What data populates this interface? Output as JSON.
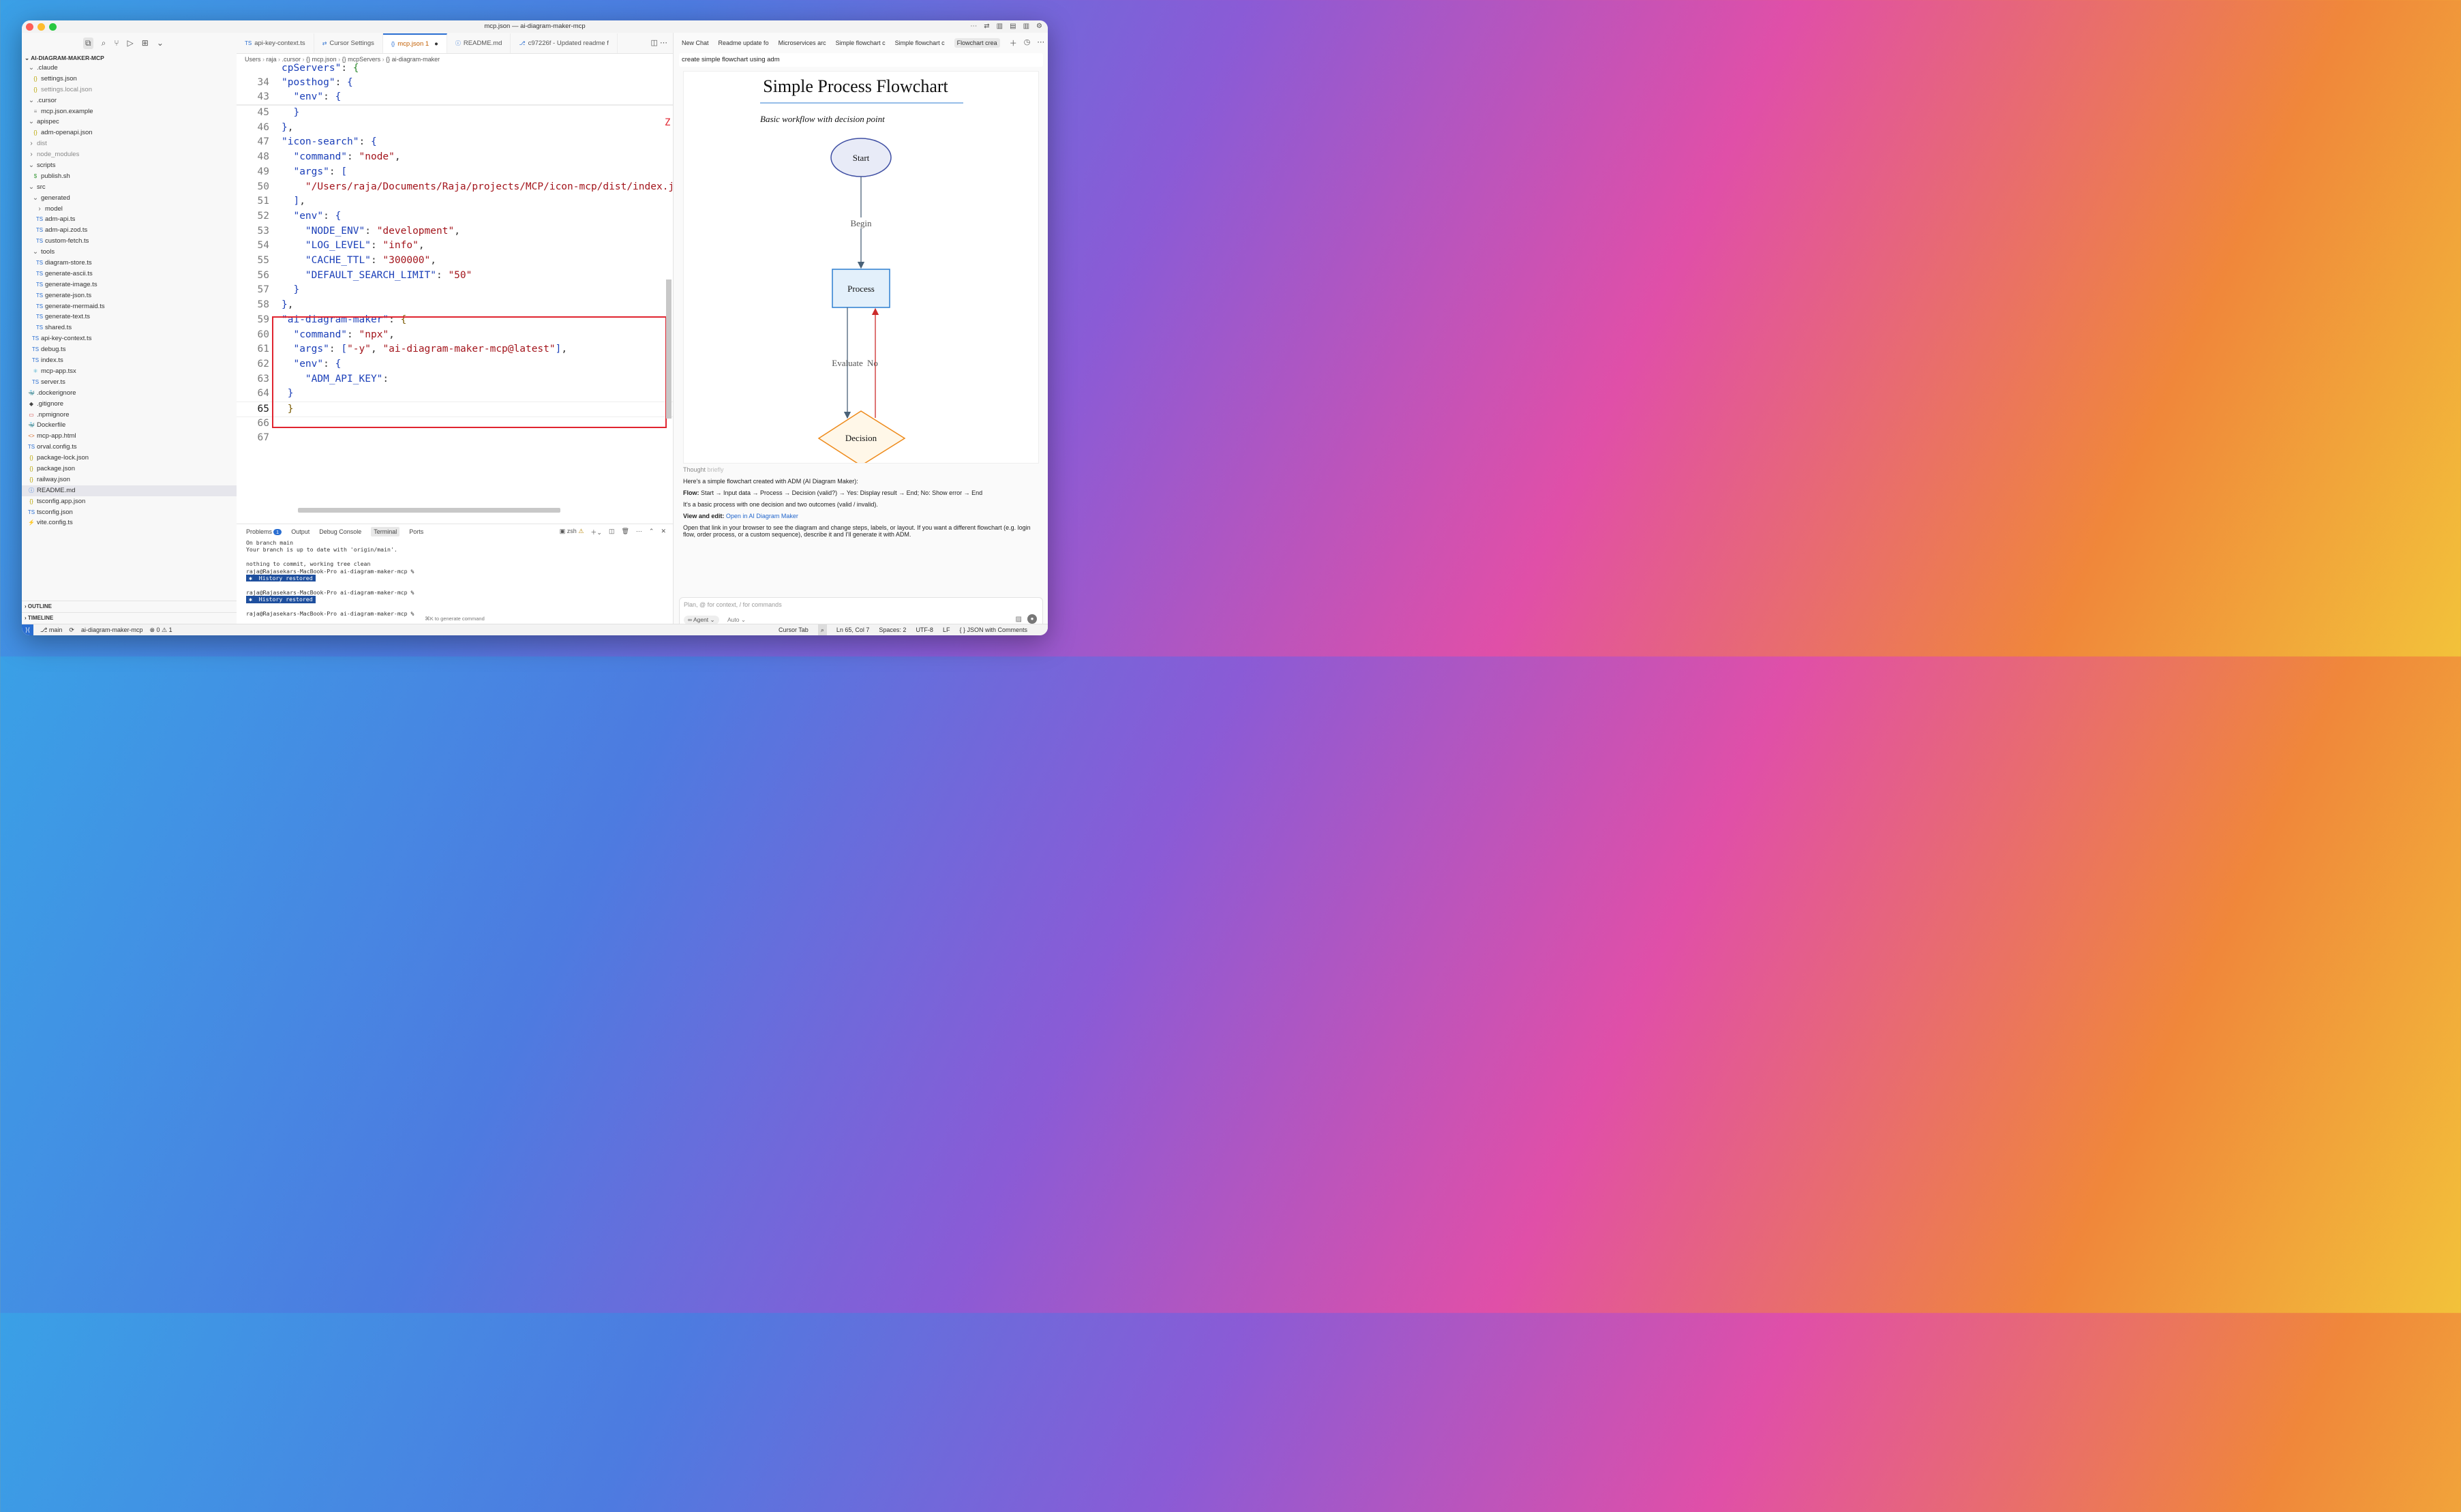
{
  "window": {
    "title": "mcp.json — ai-diagram-maker-mcp"
  },
  "explorer": {
    "root": "AI-DIAGRAM-MAKER-MCP",
    "items": [
      {
        "label": ".claude",
        "type": "folder",
        "depth": 1,
        "open": true
      },
      {
        "label": "settings.json",
        "type": "json",
        "depth": 2
      },
      {
        "label": "settings.local.json",
        "type": "json",
        "depth": 2,
        "muted": true
      },
      {
        "label": ".cursor",
        "type": "folder",
        "depth": 1,
        "open": true
      },
      {
        "label": "mcp.json.example",
        "type": "file",
        "depth": 2
      },
      {
        "label": "apispec",
        "type": "folder",
        "depth": 1,
        "open": true
      },
      {
        "label": "adm-openapi.json",
        "type": "json",
        "depth": 2
      },
      {
        "label": "dist",
        "type": "folder",
        "depth": 1,
        "open": false,
        "muted": true
      },
      {
        "label": "node_modules",
        "type": "folder",
        "depth": 1,
        "open": false,
        "muted": true
      },
      {
        "label": "scripts",
        "type": "folder",
        "depth": 1,
        "open": true
      },
      {
        "label": "publish.sh",
        "type": "sh",
        "depth": 2
      },
      {
        "label": "src",
        "type": "folder",
        "depth": 1,
        "open": true
      },
      {
        "label": "generated",
        "type": "folder",
        "depth": 2,
        "open": true
      },
      {
        "label": "model",
        "type": "folder",
        "depth": 3,
        "open": false
      },
      {
        "label": "adm-api.ts",
        "type": "ts",
        "depth": 3
      },
      {
        "label": "adm-api.zod.ts",
        "type": "ts",
        "depth": 3
      },
      {
        "label": "custom-fetch.ts",
        "type": "ts",
        "depth": 3
      },
      {
        "label": "tools",
        "type": "folder",
        "depth": 2,
        "open": true
      },
      {
        "label": "diagram-store.ts",
        "type": "ts",
        "depth": 3
      },
      {
        "label": "generate-ascii.ts",
        "type": "ts",
        "depth": 3
      },
      {
        "label": "generate-image.ts",
        "type": "ts",
        "depth": 3
      },
      {
        "label": "generate-json.ts",
        "type": "ts",
        "depth": 3
      },
      {
        "label": "generate-mermaid.ts",
        "type": "ts",
        "depth": 3
      },
      {
        "label": "generate-text.ts",
        "type": "ts",
        "depth": 3
      },
      {
        "label": "shared.ts",
        "type": "ts",
        "depth": 3
      },
      {
        "label": "api-key-context.ts",
        "type": "ts",
        "depth": 2
      },
      {
        "label": "debug.ts",
        "type": "ts",
        "depth": 2
      },
      {
        "label": "index.ts",
        "type": "ts",
        "depth": 2
      },
      {
        "label": "mcp-app.tsx",
        "type": "tsx",
        "depth": 2
      },
      {
        "label": "server.ts",
        "type": "ts",
        "depth": 2
      },
      {
        "label": ".dockerignore",
        "type": "docker",
        "depth": 1
      },
      {
        "label": ".gitignore",
        "type": "git",
        "depth": 1
      },
      {
        "label": ".npmignore",
        "type": "npm",
        "depth": 1
      },
      {
        "label": "Dockerfile",
        "type": "docker",
        "depth": 1
      },
      {
        "label": "mcp-app.html",
        "type": "html",
        "depth": 1
      },
      {
        "label": "orval.config.ts",
        "type": "ts",
        "depth": 1
      },
      {
        "label": "package-lock.json",
        "type": "json",
        "depth": 1
      },
      {
        "label": "package.json",
        "type": "json",
        "depth": 1
      },
      {
        "label": "railway.json",
        "type": "json",
        "depth": 1
      },
      {
        "label": "README.md",
        "type": "info",
        "depth": 1,
        "selected": true
      },
      {
        "label": "tsconfig.app.json",
        "type": "json",
        "depth": 1
      },
      {
        "label": "tsconfig.json",
        "type": "tsjson",
        "depth": 1
      },
      {
        "label": "vite.config.ts",
        "type": "vite",
        "depth": 1
      }
    ],
    "outline": "OUTLINE",
    "timeline": "TIMELINE"
  },
  "editor": {
    "tabs": [
      {
        "label": "api-key-context.ts",
        "icon": "TS"
      },
      {
        "label": "Cursor Settings",
        "icon": "⇄"
      },
      {
        "label": "mcp.json 1",
        "icon": "{}",
        "active": true,
        "dirty": "●"
      },
      {
        "label": "README.md",
        "icon": "ⓘ"
      },
      {
        "label": "c97226f - Updated readme f",
        "icon": "⎇"
      }
    ],
    "breadcrumb": [
      "Users",
      "raja",
      ".cursor",
      "{} mcp.json",
      "{} mcpServers",
      "{} ai-diagram-maker"
    ],
    "sticky": [
      {
        "n": "",
        "html": "<span class=\"k\">cpServers\"</span><span class=\"p\">: </span><span class=\"b2\">{</span>"
      },
      {
        "n": "34",
        "html": "<span class=\"k\">\"posthog\"</span><span class=\"p\">: </span><span class=\"b3\">{</span>"
      },
      {
        "n": "43",
        "html": "  <span class=\"k\">\"env\"</span><span class=\"p\">: </span><span class=\"b3\">{</span>"
      }
    ],
    "lines": [
      {
        "n": "45",
        "html": "  <span class=\"b3\">}</span>"
      },
      {
        "n": "46",
        "html": "<span class=\"b3\">}</span><span class=\"p\">,</span>"
      },
      {
        "n": "47",
        "html": "<span class=\"k\">\"icon-search\"</span><span class=\"p\">: </span><span class=\"b3\">{</span>"
      },
      {
        "n": "48",
        "html": "  <span class=\"k\">\"command\"</span><span class=\"p\">: </span><span class=\"s\">\"node\"</span><span class=\"p\">,</span>"
      },
      {
        "n": "49",
        "html": "  <span class=\"k\">\"args\"</span><span class=\"p\">: </span><span class=\"b3\">[</span>"
      },
      {
        "n": "50",
        "html": "    <span class=\"s\">\"/Users/raja/Documents/Raja/projects/MCP/icon-mcp/dist/index.j</span>"
      },
      {
        "n": "51",
        "html": "  <span class=\"b3\">]</span><span class=\"p\">,</span>"
      },
      {
        "n": "52",
        "html": "  <span class=\"k\">\"env\"</span><span class=\"p\">: </span><span class=\"b3\">{</span>"
      },
      {
        "n": "53",
        "html": "    <span class=\"k\">\"NODE_ENV\"</span><span class=\"p\">: </span><span class=\"s\">\"development\"</span><span class=\"p\">,</span>"
      },
      {
        "n": "54",
        "html": "    <span class=\"k\">\"LOG_LEVEL\"</span><span class=\"p\">: </span><span class=\"s\">\"info\"</span><span class=\"p\">,</span>"
      },
      {
        "n": "55",
        "html": "    <span class=\"k\">\"CACHE_TTL\"</span><span class=\"p\">: </span><span class=\"s\">\"300000\"</span><span class=\"p\">,</span>"
      },
      {
        "n": "56",
        "html": "    <span class=\"k\">\"DEFAULT_SEARCH_LIMIT\"</span><span class=\"p\">: </span><span class=\"s\">\"50\"</span>"
      },
      {
        "n": "57",
        "html": "  <span class=\"b3\">}</span>"
      },
      {
        "n": "58",
        "html": "<span class=\"b3\">}</span><span class=\"p\">,</span>"
      },
      {
        "n": "59",
        "html": "<span class=\"k\">\"ai-diagram-maker\"</span><span class=\"p\">: </span><span class=\"b1\">{</span>"
      },
      {
        "n": "60",
        "html": "  <span class=\"k\">\"command\"</span><span class=\"p\">: </span><span class=\"s\">\"npx\"</span><span class=\"p\">,</span>"
      },
      {
        "n": "61",
        "html": "  <span class=\"k\">\"args\"</span><span class=\"p\">: </span><span class=\"b3\">[</span><span class=\"s\">\"-y\"</span><span class=\"p\">, </span><span class=\"s\">\"ai-diagram-maker-mcp@latest\"</span><span class=\"b3\">]</span><span class=\"p\">,</span>"
      },
      {
        "n": "62",
        "html": "  <span class=\"k\">\"env\"</span><span class=\"p\">: </span><span class=\"b3\">{</span>"
      },
      {
        "n": "63",
        "html": "    <span class=\"k\">\"ADM_API_KEY\"</span><span class=\"p\">:</span>"
      },
      {
        "n": "64",
        "html": " <span class=\"b3\">}</span>"
      },
      {
        "n": "65",
        "html": " <span class=\"b1\">}</span>",
        "current": true
      },
      {
        "n": "66",
        "html": ""
      },
      {
        "n": "67",
        "html": ""
      }
    ],
    "minimap_marker": "Z"
  },
  "panel": {
    "tabs": [
      "Problems",
      "Output",
      "Debug Console",
      "Terminal",
      "Ports"
    ],
    "problems_count": "1",
    "shell": "zsh",
    "terminal": [
      "On branch main",
      "Your branch is up to date with 'origin/main'.",
      "",
      "nothing to commit, working tree clean",
      "raja@Rajasekars-MacBook-Pro ai-diagram-maker-mcp %"
    ],
    "history": "✱  History restored",
    "prompt": "raja@Rajasekars-MacBook-Pro ai-diagram-maker-mcp %",
    "hint": "⌘K to generate command"
  },
  "chat": {
    "tabs": [
      "New Chat",
      "Readme update fo",
      "Microservices arc",
      "Simple flowchart c",
      "Simple flowchart c",
      "Flowchart crea"
    ],
    "user_prompt": "create simple flowchart using adm",
    "diagram": {
      "title": "Simple Process Flowchart",
      "subtitle": "Basic workflow with decision point",
      "start": "Start",
      "begin": "Begin",
      "process": "Process",
      "evaluate": "Evaluate",
      "no": "No",
      "decision": "Decision",
      "colors": {
        "start_fill": "#e8ebf7",
        "start_stroke": "#3f4fa3",
        "process_fill": "#e3f0fb",
        "process_stroke": "#2d7ed0",
        "decision_fill": "#fff7e8",
        "decision_stroke": "#ee8a1a",
        "no_arrow": "#cc2b2b"
      }
    },
    "thought": "Thought",
    "thought_sub": "briefly",
    "intro": "Here's a simple flowchart created with ADM (AI Diagram Maker):",
    "flow_label": "Flow:",
    "flow_text": "Start → Input data → Process → Decision (valid?) → Yes: Display result → End; No: Show error → End",
    "summary": "It's a basic process with one decision and two outcomes (valid / invalid).",
    "view_label": "View and edit:",
    "view_link": "Open in AI Diagram Maker",
    "closing": "Open that link in your browser to see the diagram and change steps, labels, or layout. If you want a different flowchart (e.g. login flow, order process, or a custom sequence), describe it and I'll generate it with ADM.",
    "input_placeholder": "Plan, @ for context, / for commands",
    "agent_label": "∞ Agent ⌄",
    "auto_label": "Auto ⌄"
  },
  "status": {
    "branch": "⎇ main",
    "sync": "⟳",
    "project": "ai-diagram-maker-mcp",
    "problems": "⊗ 0 ⚠ 1",
    "cursor_tab": "Cursor Tab",
    "position": "Ln 65, Col 7",
    "spaces": "Spaces: 2",
    "encoding": "UTF-8",
    "eol": "LF",
    "language": "{ } JSON with Comments"
  }
}
